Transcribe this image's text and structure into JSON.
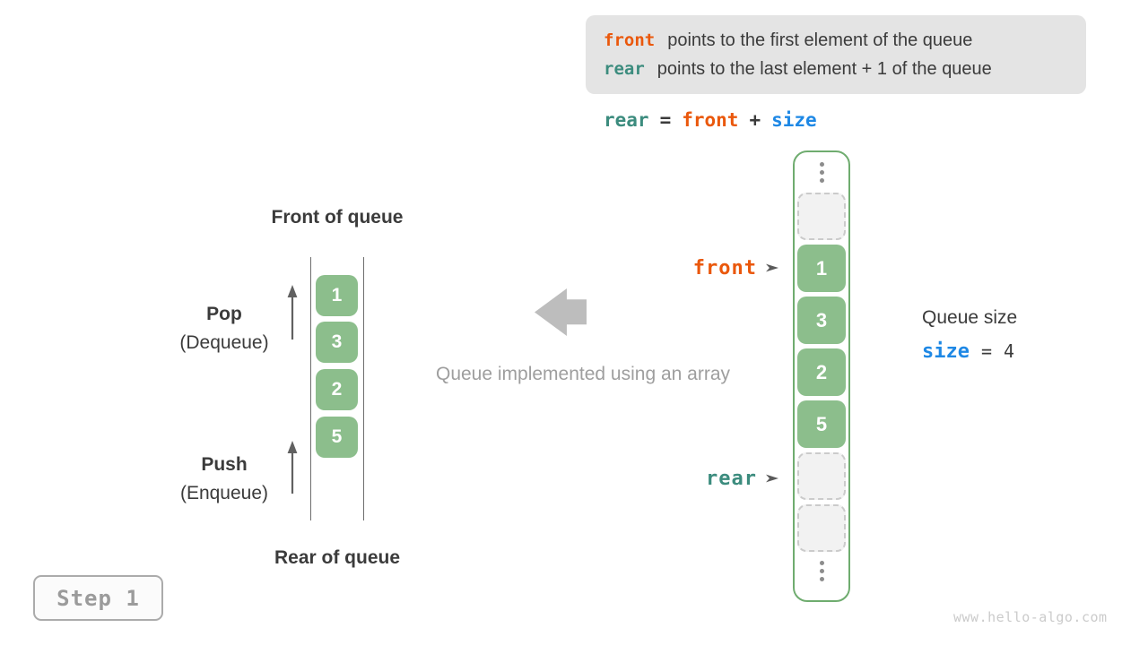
{
  "info_box": {
    "lines": [
      {
        "keyword": "front",
        "text": "points to the first element of the queue"
      },
      {
        "keyword": "rear",
        "text": "points to the last element + 1 of the queue"
      }
    ]
  },
  "formula": {
    "lhs": "rear",
    "eq": "=",
    "rhs1": "front",
    "plus": "+",
    "rhs2": "size"
  },
  "left_queue": {
    "title_top": "Front of queue",
    "title_bottom": "Rear of queue",
    "values": [
      "1",
      "3",
      "2",
      "5"
    ],
    "pop_label": "Pop",
    "pop_sub": "(Dequeue)",
    "push_label": "Push",
    "push_sub": "(Enqueue)"
  },
  "middle": {
    "caption": "Queue implemented using an array"
  },
  "array_view": {
    "front_label": "front",
    "rear_label": "rear",
    "cells": [
      {
        "type": "ellipsis"
      },
      {
        "type": "empty"
      },
      {
        "type": "value",
        "value": "1",
        "pointer": "front"
      },
      {
        "type": "value",
        "value": "3"
      },
      {
        "type": "value",
        "value": "2"
      },
      {
        "type": "value",
        "value": "5"
      },
      {
        "type": "empty",
        "pointer": "rear"
      },
      {
        "type": "empty"
      },
      {
        "type": "ellipsis"
      }
    ]
  },
  "queue_size": {
    "label": "Queue size",
    "code": "size",
    "eq": "=",
    "value": "4"
  },
  "step_badge": "Step 1",
  "watermark": "www.hello-algo.com",
  "colors": {
    "orange": "#EA580C",
    "teal": "#3C8C7E",
    "blue": "#1E88E5",
    "dark": "#3B3B3B",
    "muted": "#9E9E9E",
    "green": "#8CBE8C",
    "green-border": "#6FAC6F",
    "arrow-gray": "#BDBDBD",
    "legend-bg": "#E4E4E4"
  }
}
